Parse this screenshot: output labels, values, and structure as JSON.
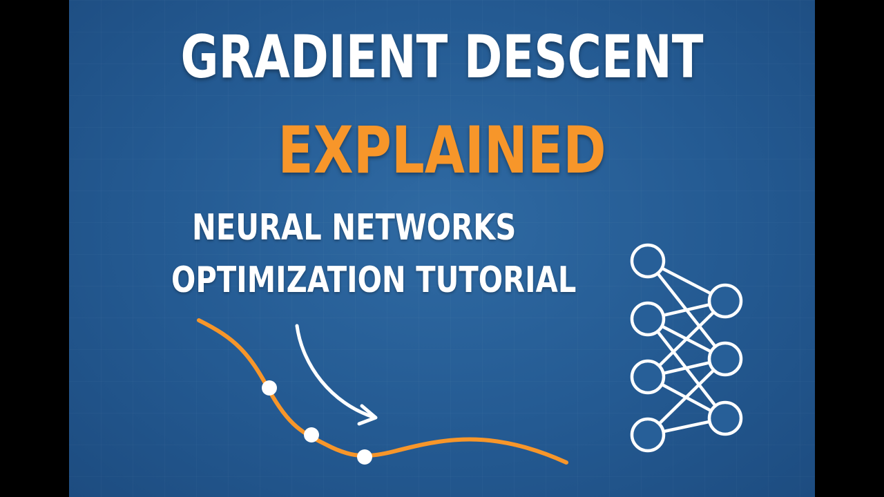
{
  "thumbnail": {
    "title_line_1": "GRADIENT DESCENT",
    "title_line_2": "EXPLAINED",
    "subtitle_line_1": "NEURAL NETWORKS",
    "subtitle_line_2": "OPTIMIZATION TUTORIAL"
  },
  "colors": {
    "background": "#245a92",
    "title_primary": "#ffffff",
    "title_accent": "#f7962a",
    "curve": "#f7962a",
    "nodes": "#ffffff"
  },
  "icons": {
    "curve": "loss-curve-icon",
    "arrow": "descent-arrow-icon",
    "network": "neural-network-icon"
  }
}
